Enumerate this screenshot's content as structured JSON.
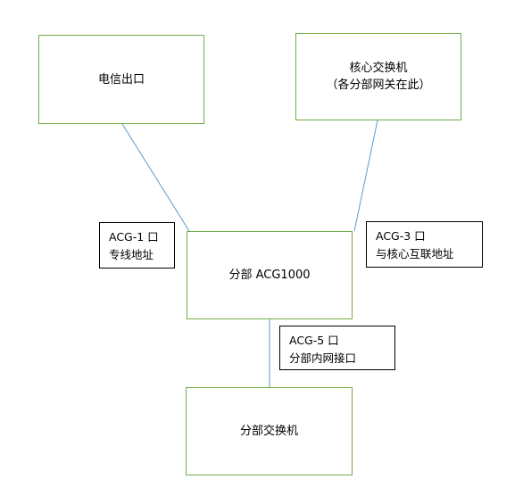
{
  "colors": {
    "box_border": "#70ad47",
    "connector": "#5b9bd5",
    "callout_border": "#000000",
    "background": "#ffffff"
  },
  "nodes": {
    "telecom_exit": {
      "lines": [
        "电信出口"
      ]
    },
    "core_switch": {
      "lines": [
        "核心交换机",
        "（各分部网关在此）"
      ]
    },
    "branch_acg": {
      "lines": [
        "分部 ACG1000"
      ]
    },
    "branch_switch": {
      "lines": [
        "分部交换机"
      ]
    }
  },
  "callouts": {
    "acg1": {
      "lines": [
        "ACG-1 口",
        "专线地址"
      ]
    },
    "acg3": {
      "lines": [
        "ACG-3 口",
        "与核心互联地址"
      ]
    },
    "acg5": {
      "lines": [
        "ACG-5 口",
        "分部内网接口"
      ]
    }
  }
}
